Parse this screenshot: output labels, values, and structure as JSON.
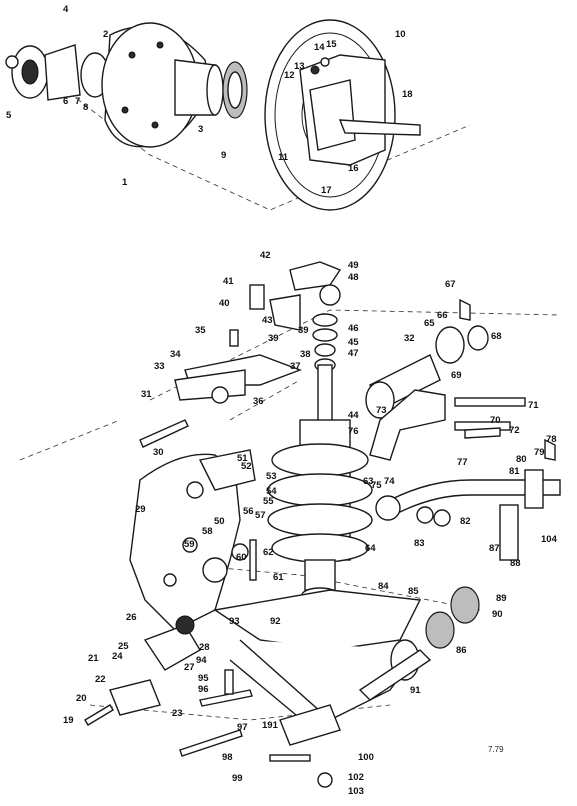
{
  "labels": [
    "1",
    "2",
    "3",
    "4",
    "5",
    "6",
    "7",
    "8",
    "9",
    "10",
    "11",
    "12",
    "13",
    "14",
    "15",
    "16",
    "17",
    "18",
    "19",
    "20",
    "21",
    "22",
    "23",
    "24",
    "25",
    "26",
    "27",
    "28",
    "29",
    "30",
    "31",
    "32",
    "33",
    "34",
    "35",
    "36",
    "37",
    "38",
    "39",
    "39",
    "40",
    "41",
    "42",
    "43",
    "44",
    "45",
    "46",
    "47",
    "48",
    "49",
    "50",
    "51",
    "52",
    "53",
    "54",
    "55",
    "56",
    "57",
    "58",
    "59",
    "60",
    "61",
    "62",
    "63",
    "64",
    "65",
    "66",
    "67",
    "68",
    "69",
    "70",
    "71",
    "72",
    "73",
    "74",
    "75",
    "76",
    "77",
    "78",
    "79",
    "80",
    "81",
    "82",
    "83",
    "84",
    "85",
    "86",
    "87",
    "88",
    "89",
    "90",
    "91",
    "92",
    "93",
    "94",
    "95",
    "96",
    "97",
    "98",
    "99",
    "100",
    "102",
    "103",
    "104",
    "191"
  ],
  "reference": "7.79"
}
